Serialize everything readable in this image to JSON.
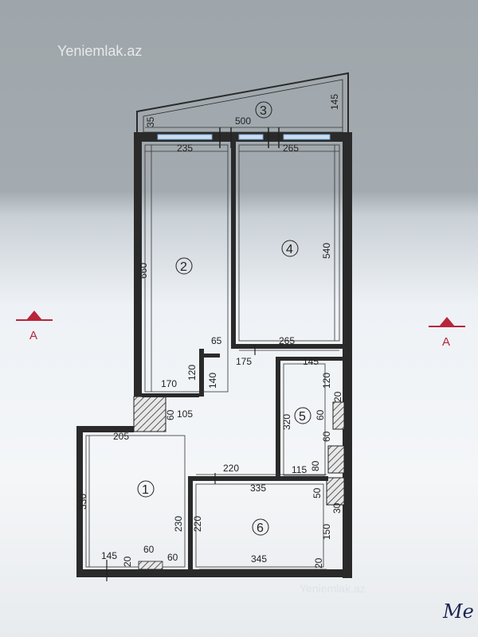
{
  "watermark_top": "Yeniemlak.az",
  "watermark_bottom": "Yeniemlak.az",
  "section_marker_left": "A",
  "section_marker_right": "A",
  "rooms": [
    "3",
    "2",
    "4",
    "1",
    "5",
    "6"
  ],
  "dimensions": {
    "balcony_left": "35",
    "balcony_right": "145",
    "balcony_width": "500",
    "window_left": "235",
    "window_right": "265",
    "room2_height": "660",
    "room4_height": "540",
    "door_65": "65",
    "room4_bottom": "265",
    "corr_175": "175",
    "corr_145": "145",
    "room2_bottom": "170",
    "wall_120_a": "120",
    "wall_140": "140",
    "wall_120_b": "120",
    "wall_20_a": "20",
    "wall_60_a": "60",
    "wall_105": "105",
    "hall_205": "205",
    "room5_320": "320",
    "wall_60_b": "60",
    "wall_60_c": "60",
    "hall_330": "330",
    "wall_220_a": "220",
    "wall_335": "335",
    "wall_115": "115",
    "wall_80": "80",
    "wall_50": "50",
    "wall_30": "30",
    "hall_230": "230",
    "room6_220": "220",
    "room6_150": "150",
    "bottom_145": "145",
    "bottom_20_a": "20",
    "bottom_60_a": "60",
    "bottom_60_b": "60",
    "bottom_345": "345",
    "bottom_20_b": "20"
  },
  "handwriting": "Me",
  "colors": {
    "wall": "#2a2a2a",
    "section_mark": "#b8243a",
    "window": "#8ab0d8"
  }
}
